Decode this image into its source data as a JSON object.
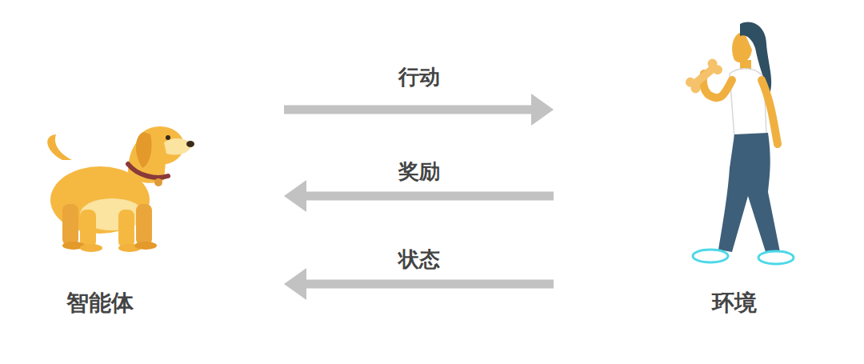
{
  "diagram": {
    "nodes": [
      {
        "text": [
          "智能体"
        ]
      },
      {
        "text": [
          "环境"
        ]
      }
    ],
    "edges": [
      {
        "from": 0,
        "to": 1,
        "label": "行动",
        "arrow": "to"
      },
      {
        "from": 1,
        "to": 0,
        "label": "奖励",
        "arrow": "to"
      },
      {
        "from": 1,
        "to": 0,
        "label": "状态",
        "arrow": "to"
      }
    ]
  }
}
